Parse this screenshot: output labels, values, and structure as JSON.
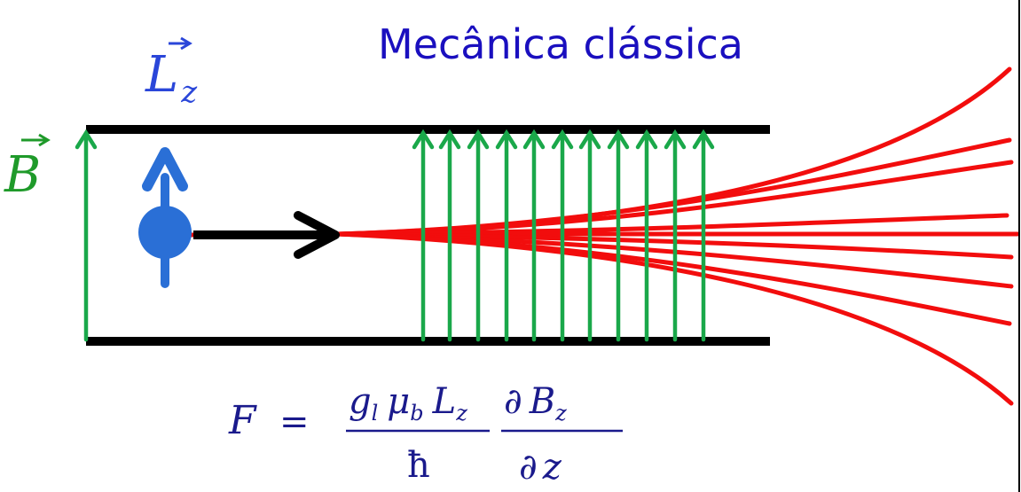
{
  "title": "Mecânica clássica",
  "labels": {
    "angular_momentum": {
      "symbol": "L",
      "subscript": "z"
    },
    "magnetic_field": {
      "symbol": "B"
    }
  },
  "formula": {
    "lhs": "F",
    "equals": "=",
    "numerator_1": {
      "g": "g",
      "g_sub": "l",
      "mu": "μ",
      "mu_sub": "b",
      "L": "L",
      "L_sub": "z"
    },
    "denominator_1": "ħ",
    "numerator_2": {
      "partial": "∂",
      "B": "B",
      "B_sub": "z"
    },
    "denominator_2": {
      "partial": "∂",
      "z": "z"
    }
  },
  "colors": {
    "title": "#1a0fbf",
    "angular_momentum": "#2a46d9",
    "magnetic_field": "#1f9a2a",
    "field_lines": "#1aa84a",
    "trajectories": "#f20d0d",
    "magnet_plates": "#000000",
    "particle": "#2a6fd6",
    "velocity_arrow": "#000000",
    "formula": "#1a1a8c"
  },
  "icons": {
    "particle": "spinning-particle-icon",
    "spin": "spin-arrow-icon",
    "velocity": "velocity-arrow-icon"
  }
}
